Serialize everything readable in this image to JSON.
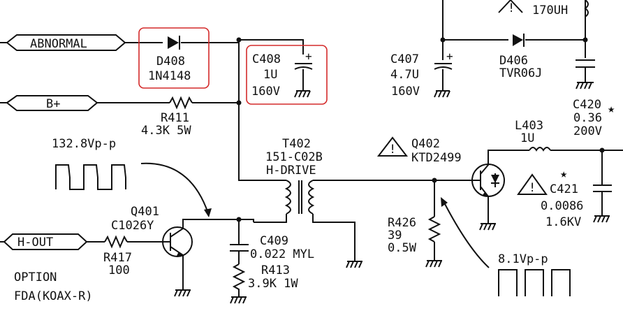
{
  "signals": {
    "abnormal": "ABNORMAL",
    "bplus": "B+",
    "hout": "H-OUT"
  },
  "components": {
    "d408": {
      "ref": "D408",
      "value": "1N4148"
    },
    "c408": {
      "ref": "C408",
      "value": "1U",
      "voltage": "160V",
      "polarity": "+"
    },
    "c407": {
      "ref": "C407",
      "value": "4.7U",
      "voltage": "160V",
      "polarity": "+"
    },
    "d406": {
      "ref": "D406",
      "value": "TVR06J"
    },
    "l402_partial": {
      "value": "170UH"
    },
    "c420": {
      "ref": "C420",
      "value": "0.36",
      "voltage": "200V"
    },
    "r411": {
      "ref": "R411",
      "value": "4.3K  5W"
    },
    "t402": {
      "ref": "T402",
      "part": "151-C02B",
      "name": "H-DRIVE"
    },
    "q402": {
      "ref": "Q402",
      "part": "KTD2499"
    },
    "l403": {
      "ref": "L403",
      "value": "1U"
    },
    "c421": {
      "ref": "C421",
      "value": "0.0086",
      "voltage": "1.6KV"
    },
    "q401": {
      "ref": "Q401",
      "part": "C1026Y"
    },
    "r417": {
      "ref": "R417",
      "value": "100"
    },
    "c409": {
      "ref": "C409",
      "value": "0.022 MYL"
    },
    "r413": {
      "ref": "R413",
      "value": "3.9K  1W"
    },
    "r426": {
      "ref": "R426",
      "value": "39",
      "power": "0.5W"
    }
  },
  "waveforms": {
    "left": "132.8Vp-p",
    "right": "8.1Vp-p"
  },
  "notes": {
    "option": "OPTION",
    "fda": "FDA(KOAX-R)",
    "star": "★",
    "warning": "!"
  },
  "colors": {
    "ink": "#111111",
    "highlight": "#d42a2a",
    "background": "#ffffff"
  }
}
